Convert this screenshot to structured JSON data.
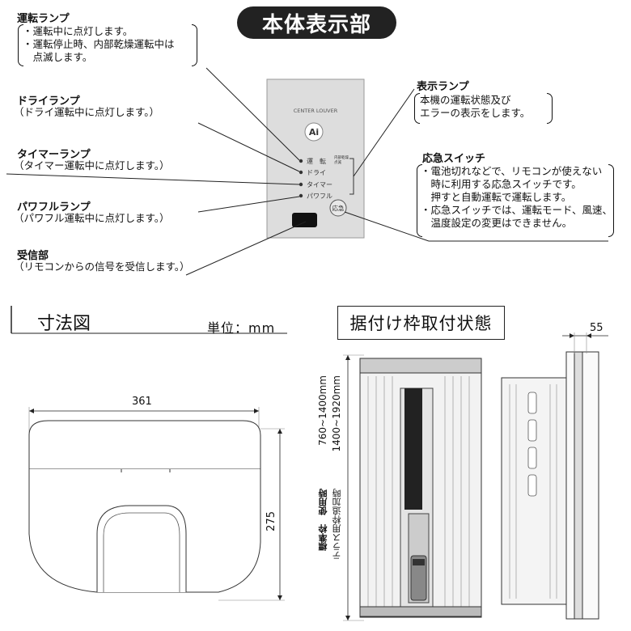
{
  "header": {
    "title": "本体表示部"
  },
  "labels": {
    "run_lamp": {
      "title": "運転ランプ",
      "lines": [
        "・運転中に点灯します。",
        "・運転停止時、内部乾燥運転中は",
        "　点滅します。"
      ]
    },
    "dry_lamp": {
      "title": "ドライランプ",
      "lines": [
        "（ドライ運転中に点灯します。）"
      ]
    },
    "timer_lamp": {
      "title": "タイマーランプ",
      "lines": [
        "（タイマー運転中に点灯します。）"
      ]
    },
    "powerful_lamp": {
      "title": "パワフルランプ",
      "lines": [
        "（パワフル運転中に点灯します。）"
      ]
    },
    "receiver": {
      "title": "受信部",
      "lines": [
        "（リモコンからの信号を受信します。）"
      ]
    },
    "display_lamp": {
      "title": "表示ランプ",
      "lines": [
        "本機の運転状態及び",
        "エラーの表示をします。"
      ]
    },
    "emergency_switch": {
      "title": "応急スイッチ",
      "lines": [
        "・電池切れなどで、リモコンが使えない",
        "　時に利用する応急スイッチです。",
        "　押すと自動運転で運転します。",
        "・応急スイッチでは、運転モード、風速、",
        "　温度設定の変更はできません。"
      ]
    }
  },
  "panel": {
    "brand": "CENTER LOUVER",
    "logo": "Ai",
    "lamps": [
      "運　転",
      "ドライ",
      "タイマー",
      "パワフル"
    ],
    "small_note_1": "内部乾燥",
    "small_note_2": "点滅",
    "emergency_button": "応急"
  },
  "dimensions": {
    "title": "寸法図",
    "unit": "単位：mm",
    "width": "361",
    "height": "275"
  },
  "frame": {
    "title": "据付け枠取付状態",
    "depth": "55",
    "range_standard": "760~1400mm",
    "range_terrace": "1400~1920mm",
    "label_standard": "標準枠　使用時",
    "label_terrace": "テラス用枠追加時"
  }
}
